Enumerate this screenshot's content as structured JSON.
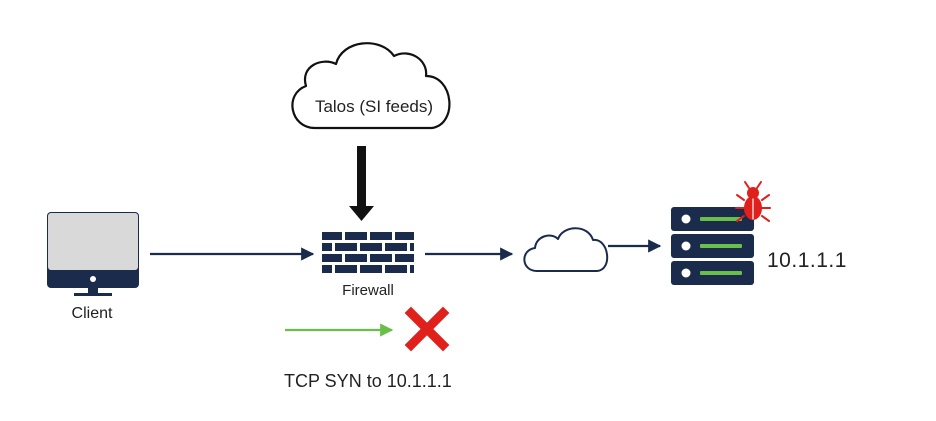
{
  "cloud": {
    "label": "Talos (SI feeds)"
  },
  "firewall": {
    "label": "Firewall"
  },
  "client": {
    "label": "Client"
  },
  "server": {
    "ip_label": "10.1.1.1"
  },
  "legend": {
    "label": "TCP SYN to 10.1.1.1"
  },
  "icons": {
    "cloud": "cloud-icon",
    "firewall": "firewall-brick-icon",
    "client": "monitor-icon",
    "server": "server-rack-icon",
    "malware": "bug-icon",
    "blocked": "x-mark-icon"
  },
  "colors": {
    "line": "#1a2b4c",
    "navy": "#1a2b4c",
    "screen": "#d8d8d8",
    "server_led": "#6abf4b",
    "legend_arrow": "#6abf4b",
    "block": "#e0201b",
    "bug": "#e0201b"
  }
}
